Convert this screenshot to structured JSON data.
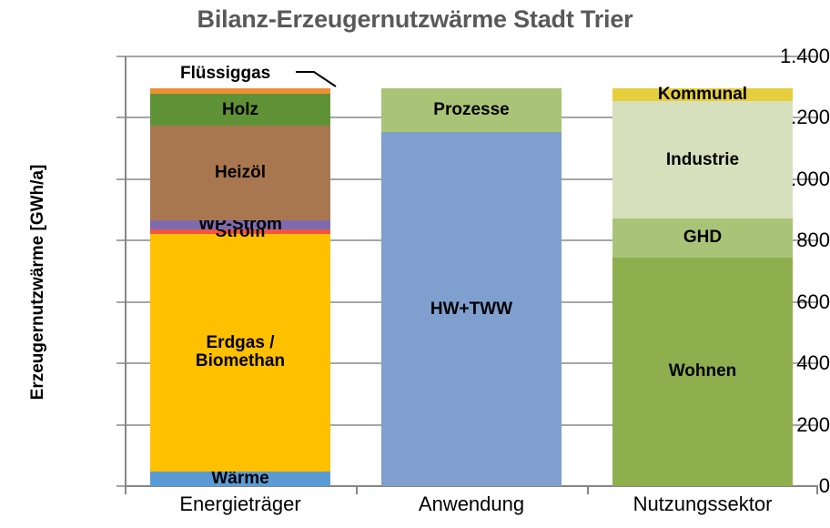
{
  "chart_data": {
    "type": "bar",
    "subtype": "stacked-column",
    "title": "Bilanz-Erzeugernutzwärme Stadt Trier",
    "xlabel": "",
    "ylabel": "Erzeugernutzwärme [GWh/a]",
    "ylim": [
      0,
      1400
    ],
    "ytick_step": 200,
    "ytick_labels": [
      "1.400",
      "1.200",
      "1.000",
      "800",
      "600",
      "400",
      "200",
      "0"
    ],
    "ytick_values": [
      1400,
      1200,
      1000,
      800,
      600,
      400,
      200,
      0
    ],
    "grid": "horizontal",
    "legend": "none (segments labelled in place)",
    "categories": [
      "Energieträger",
      "Anwendung",
      "Nutzungssektor"
    ],
    "stacks": [
      {
        "category": "Energieträger",
        "total": 1295,
        "segments": [
          {
            "name": "Wärme",
            "value": 48,
            "color": "#5b9bd5",
            "label": "Wärme"
          },
          {
            "name": "Erdgas / Biomethan",
            "value": 775,
            "color": "#ffc000",
            "label": "Erdgas /\nBiomethan"
          },
          {
            "name": "Strom",
            "value": 12,
            "color": "#f4553c",
            "label": "Strom"
          },
          {
            "name": "WP-Strom",
            "value": 32,
            "color": "#7d6bb0",
            "label": "WP-Strom"
          },
          {
            "name": "Heizöl",
            "value": 307,
            "color": "#a9774f",
            "label": "Heizöl"
          },
          {
            "name": "Holz",
            "value": 103,
            "color": "#5f9236",
            "label": "Holz"
          },
          {
            "name": "Flüssiggas",
            "value": 18,
            "color": "#ed9034",
            "label": "Flüssiggas"
          }
        ]
      },
      {
        "category": "Anwendung",
        "total": 1295,
        "segments": [
          {
            "name": "HW+TWW",
            "value": 1153,
            "color": "#7f9fcf",
            "label": "HW+TWW"
          },
          {
            "name": "Prozesse",
            "value": 142,
            "color": "#a9c477",
            "label": "Prozesse"
          }
        ]
      },
      {
        "category": "Nutzungssektor",
        "total": 1295,
        "segments": [
          {
            "name": "Wohnen",
            "value": 745,
            "color": "#8faf4f",
            "label": "Wohnen"
          },
          {
            "name": "GHD",
            "value": 127,
            "color": "#a9c477",
            "label": "GHD"
          },
          {
            "name": "Industrie",
            "value": 382,
            "color": "#d7e0bc",
            "label": "Industrie"
          },
          {
            "name": "Kommunal",
            "value": 41,
            "color": "#e6cf3c",
            "label": "Kommunal"
          }
        ]
      }
    ],
    "annotations": [
      {
        "text": "Flüssiggas",
        "target": "Energieträger / Flüssiggas",
        "type": "leader-line-callout"
      }
    ]
  },
  "colors": {
    "title": "#595959",
    "axis": "#868686",
    "gridline": "#a6a6a6",
    "text": "#000000",
    "plot_background": "#ffffff"
  }
}
